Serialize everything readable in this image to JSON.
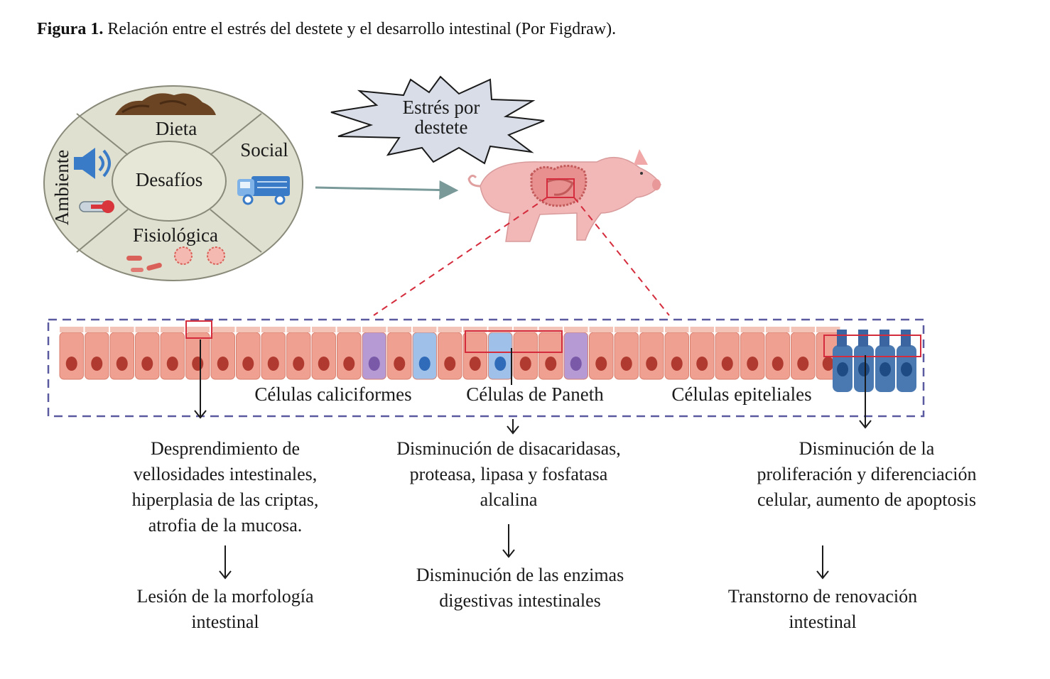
{
  "caption": {
    "figure_label": "Figura 1.",
    "text": "Relación entre el estrés del destete y el desarrollo intestinal (Por Figdraw)."
  },
  "challenges": {
    "center": "Desafíos",
    "diet": "Dieta",
    "social": "Social",
    "environment": "Ambiente",
    "physiological": "Fisiológica"
  },
  "stress": {
    "line1": "Estrés por",
    "line2": "destete"
  },
  "cells": {
    "goblet": "Células caliciformes",
    "paneth": "Células de Paneth",
    "epithelial": "Células epiteliales"
  },
  "effects": {
    "left_1": "Desprendimiento de",
    "left_2": "vellosidades intestinales,",
    "left_3": "hiperplasia de las criptas,",
    "left_4": "atrofia de la mucosa.",
    "left_result_1": "Lesión de la morfología",
    "left_result_2": "intestinal",
    "mid_1": "Disminución de disacaridasas,",
    "mid_2": "proteasa, lipasa y fosfatasa",
    "mid_3": "alcalina",
    "mid_result_1": "Disminución de las enzimas",
    "mid_result_2": "digestivas intestinales",
    "right_1": "Disminución de la",
    "right_2": "proliferación y diferenciación",
    "right_3": "celular, aumento de apoptosis",
    "right_result_1": "Transtorno de renovación",
    "right_result_2": "intestinal"
  },
  "colors": {
    "wheel_fill": "#dfe0cf",
    "wheel_stroke": "#8a8a7a",
    "pig": "#f2b8b8",
    "epithelial_cell": "#efa090",
    "nucleus": "#b03a30",
    "goblet_cell": "#b59ad4",
    "paneth_cell": "#9fc0e8",
    "stem_cell": "#4a78b0",
    "highlight_red": "#d42c3c",
    "dashed_box": "#5a5aa0",
    "arrow_teal": "#7a9a9a"
  },
  "icons": [
    "speaker-icon",
    "thermometer-icon",
    "truck-icon",
    "feed-icon",
    "bacteria-icon",
    "virus-icon"
  ]
}
